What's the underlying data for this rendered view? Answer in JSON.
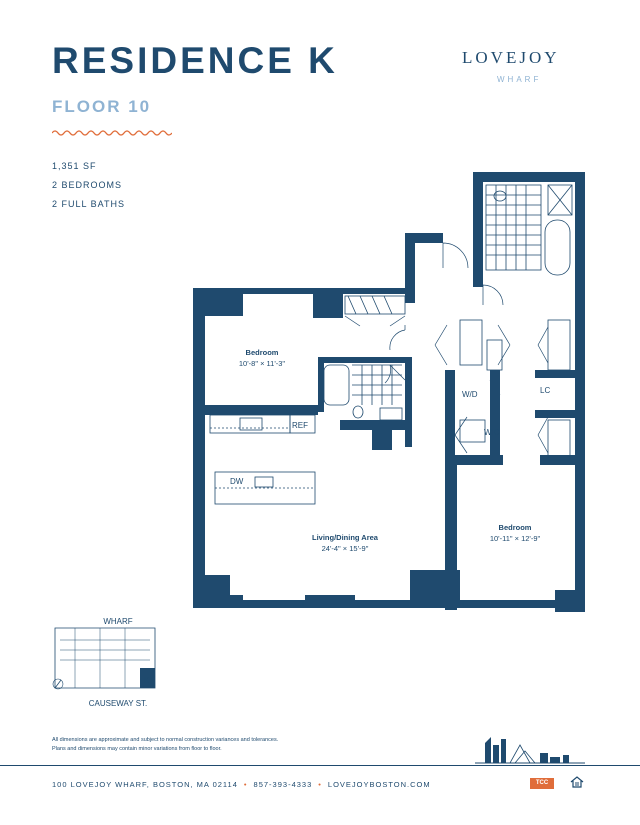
{
  "header": {
    "title": "RESIDENCE K",
    "floor": "FLOOR 10",
    "stats": [
      "1,351 SF",
      "2 BEDROOMS",
      "2 FULL BATHS"
    ]
  },
  "logo": {
    "line1": "LOVEJOY",
    "line2": "WHARF"
  },
  "plan": {
    "bedroom1_name": "Bedroom",
    "bedroom1_dims": "10'-8\" × 11'-3\"",
    "living_name": "Living/Dining Area",
    "living_dims": "24'-4\" × 15'-9\"",
    "bedroom2_name": "Bedroom",
    "bedroom2_dims": "10'-11\" × 12'-9\"",
    "ref": "REF",
    "dw": "DW",
    "wd": "W/D",
    "wic": "WIC",
    "lc": "LC"
  },
  "keyplan": {
    "top_label": "WHARF",
    "bottom_label": "CAUSEWAY ST.",
    "unit": "K"
  },
  "disclaimer": [
    "All dimensions are approximate and subject to normal construction variances and tolerances.",
    "Plans and dimensions may contain minor variations from floor to floor."
  ],
  "footer": {
    "address": "100 LOVEJOY WHARF, BOSTON, MA 02114",
    "phone": "857-393-4333",
    "web": "LOVEJOYBOSTON.COM",
    "tcc": "TCC"
  },
  "colors": {
    "navy": "#1f4a6e",
    "light_blue": "#8fb3d3",
    "accent": "#e06d3a"
  }
}
